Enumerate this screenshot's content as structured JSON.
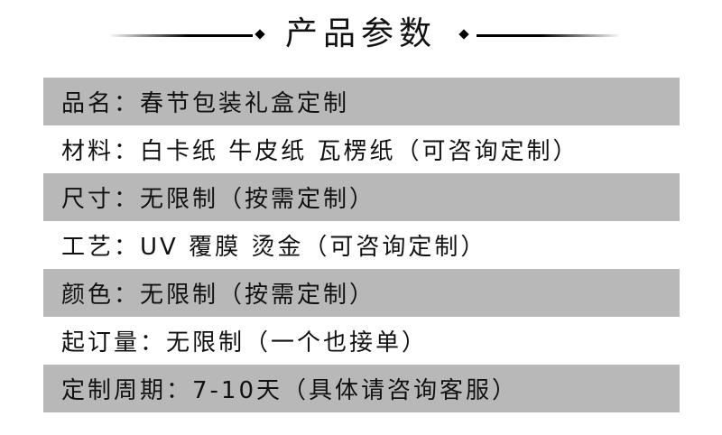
{
  "header": {
    "title": "产品参数"
  },
  "rows": [
    {
      "text": "品名：春节包装礼盒定制",
      "shaded": true
    },
    {
      "text": "材料：白卡纸 牛皮纸 瓦楞纸（可咨询定制）",
      "shaded": false
    },
    {
      "text": "尺寸：无限制（按需定制）",
      "shaded": true
    },
    {
      "text": "工艺：UV 覆膜 烫金（可咨询定制）",
      "shaded": false
    },
    {
      "text": "颜色：无限制（按需定制）",
      "shaded": true
    },
    {
      "text": "起订量：无限制（一个也接单）",
      "shaded": false
    },
    {
      "text": "定制周期：7-10天（具体请咨询客服）",
      "shaded": true
    }
  ],
  "colors": {
    "row_shaded": "#b8b8b8",
    "row_plain": "#ffffff",
    "text": "#111111",
    "decor_line": "#000000"
  }
}
